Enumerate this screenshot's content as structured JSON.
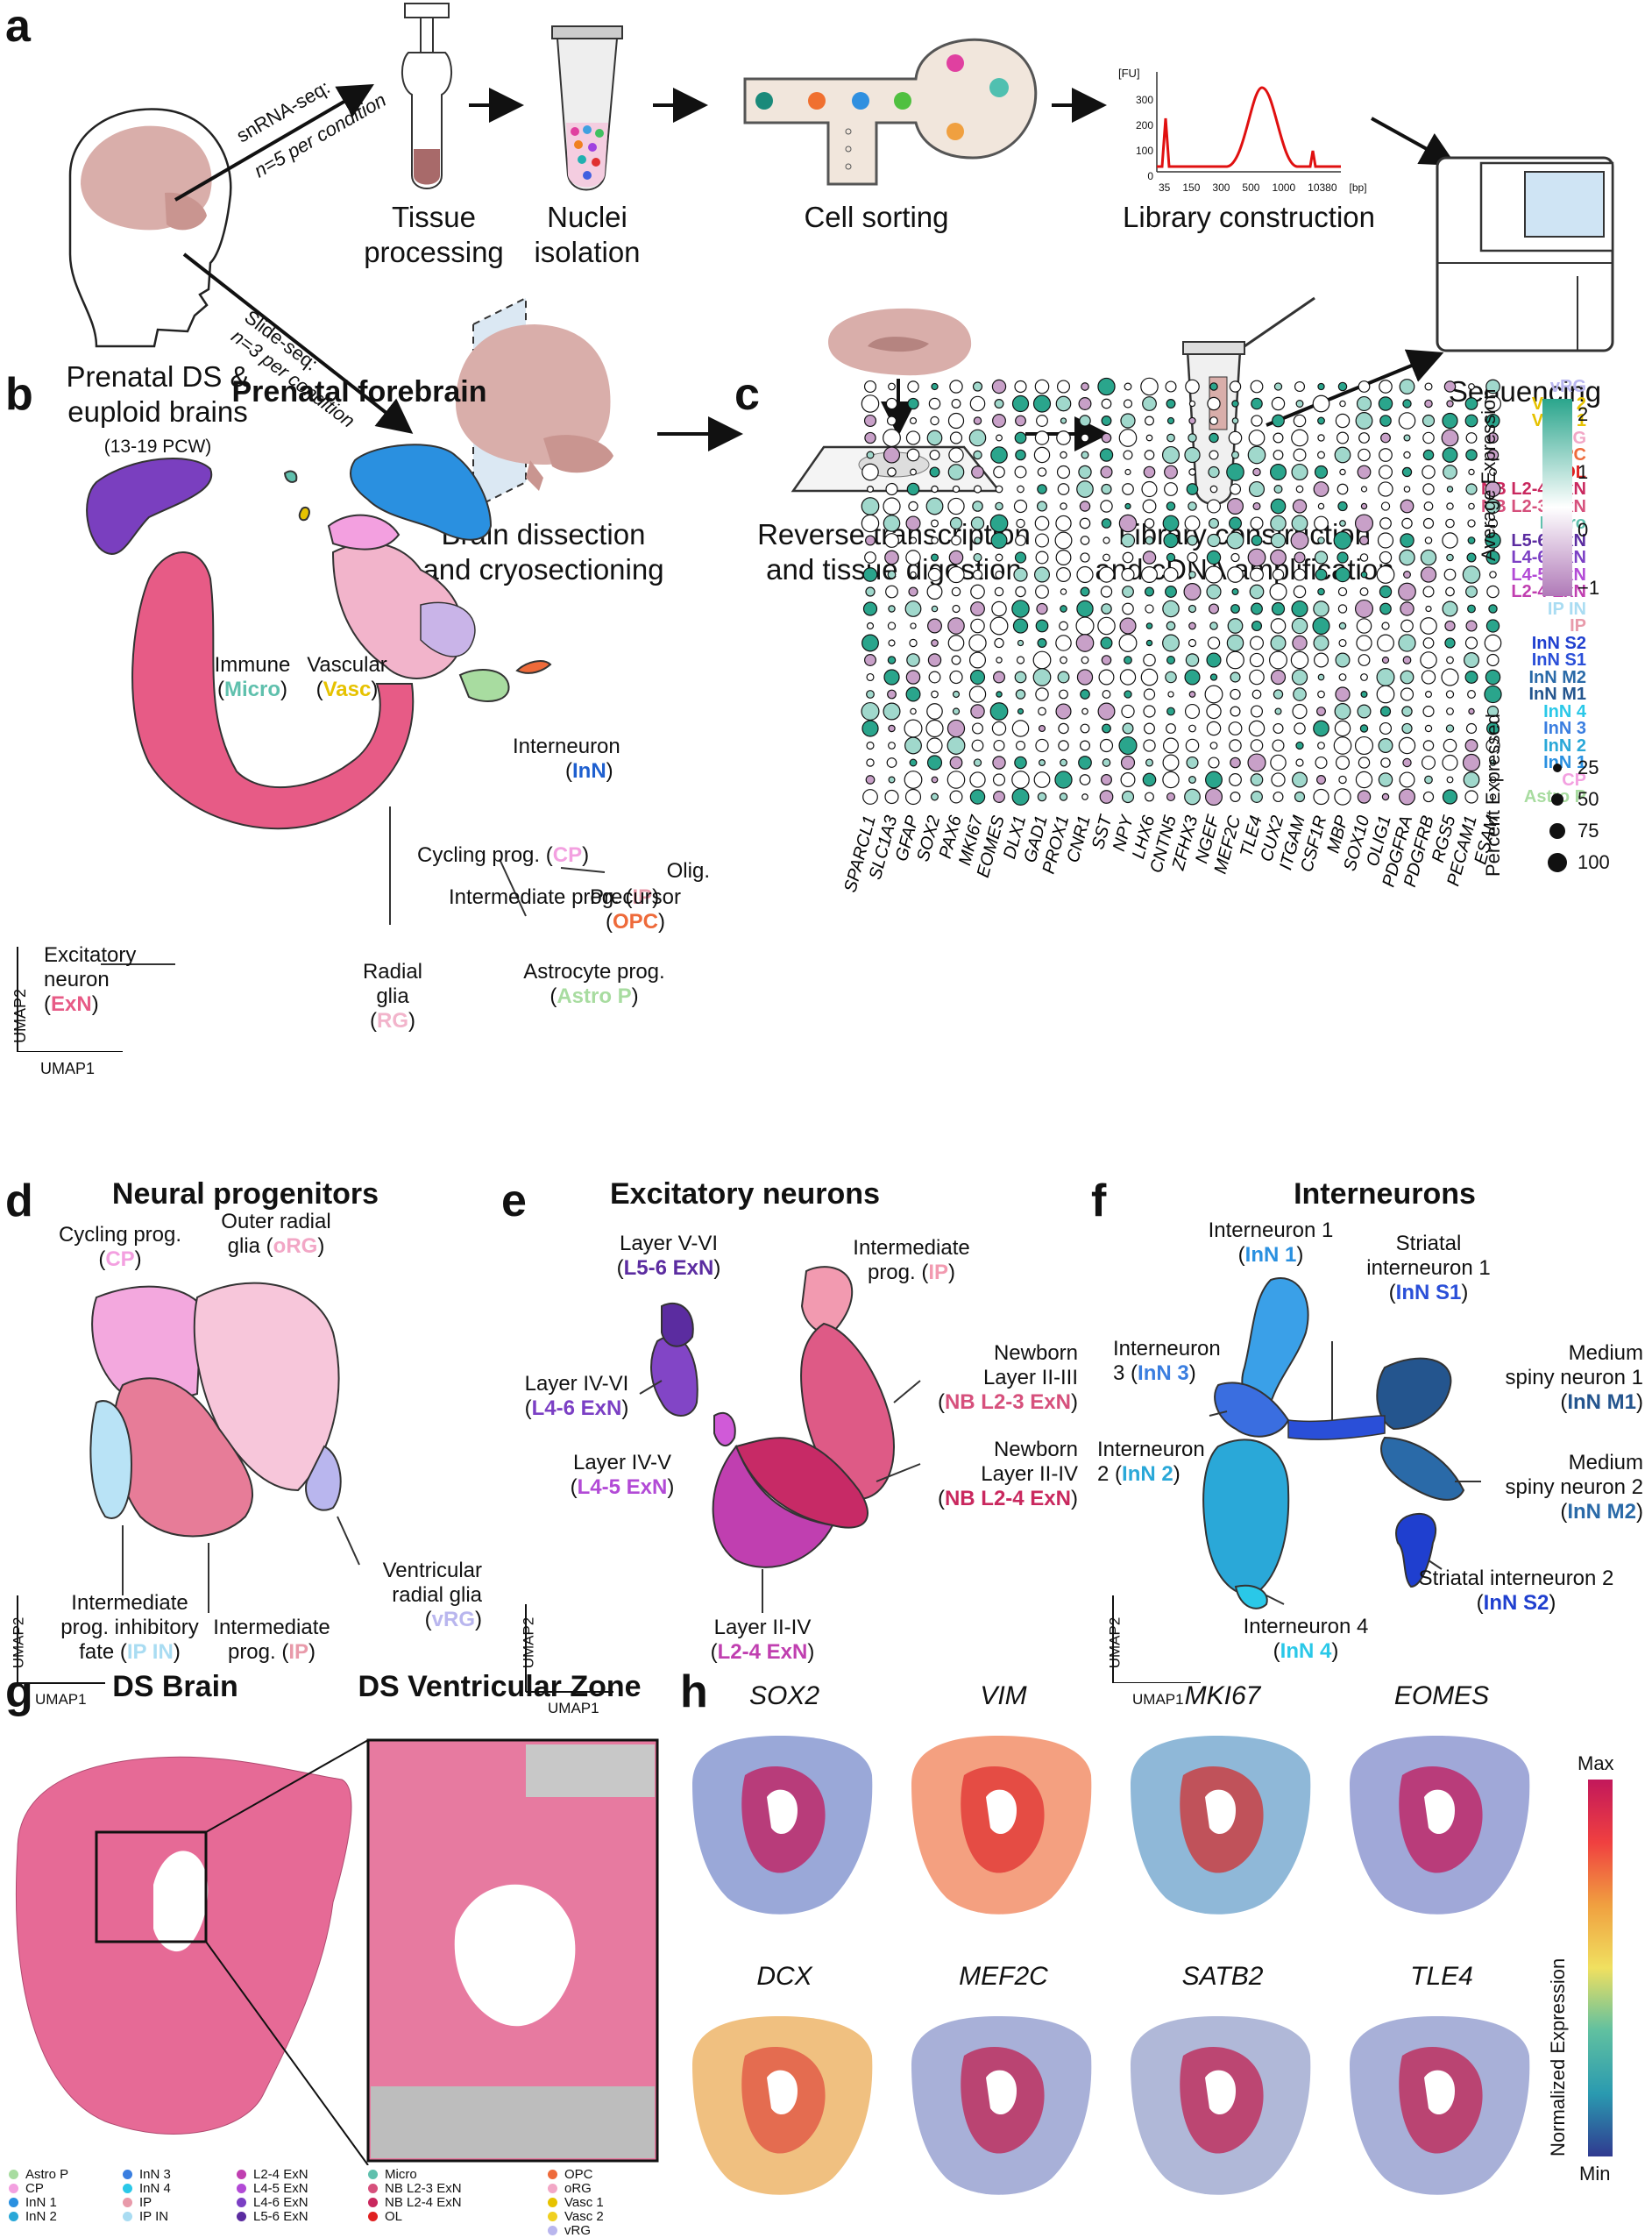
{
  "panels": {
    "a": "a",
    "b": "b",
    "c": "c",
    "d": "d",
    "e": "e",
    "f": "f",
    "g": "g",
    "h": "h"
  },
  "panel_a": {
    "snrna_arrow_1": "snRNA-seq:",
    "snrna_arrow_2": "n=5 per condition",
    "slide_arrow_1": "Slide-seq:",
    "slide_arrow_2": "n=3 per condition",
    "source_1": "Prenatal DS &",
    "source_2": "euploid brains",
    "source_3": "(13-19 PCW)",
    "steps_top": [
      "Tissue",
      "processing",
      "Nuclei",
      "isolation",
      "Cell sorting",
      "Library construction"
    ],
    "steps_bottom": [
      "Brain dissection",
      "and cryosectioning",
      "Reverse transcription",
      "and tissue digestion",
      "Library construction",
      "and cDNA amplification"
    ],
    "sequencing": "Sequencing",
    "bioanalyzer": {
      "fu": "[FU]",
      "bp": "[bp]",
      "yticks": [
        "300",
        "200",
        "100",
        "0"
      ],
      "xticks": [
        "35",
        "150",
        "300",
        "500",
        "1000",
        "10380"
      ]
    }
  },
  "panel_b": {
    "title": "Prenatal forebrain",
    "immune": "Immune",
    "immune_abbr": "Micro",
    "vascular": "Vascular",
    "vascular_abbr": "Vasc",
    "interneuron": "Interneuron",
    "interneuron_abbr": "InN",
    "cycling": "Cycling prog.",
    "cycling_abbr": "CP",
    "intermediate": "Intermediate prog.",
    "intermediate_abbr": "IP",
    "olig_1": "Olig.",
    "olig_2": "Precursor",
    "olig_abbr": "OPC",
    "exc_1": "Excitatory",
    "exc_2": "neuron",
    "exc_abbr": "ExN",
    "radial_1": "Radial",
    "radial_2": "glia",
    "radial_abbr": "RG",
    "astro": "Astrocyte prog.",
    "astro_abbr": "Astro P",
    "umap1": "UMAP1",
    "umap2": "UMAP2"
  },
  "panel_c": {
    "rows": [
      {
        "label": "vRG",
        "color": "#b9b6ee"
      },
      {
        "label": "Vasc 2",
        "color": "#e6c200"
      },
      {
        "label": "Vasc 1",
        "color": "#e6c200"
      },
      {
        "label": "oRG",
        "color": "#f2a7c6"
      },
      {
        "label": "OPC",
        "color": "#ee6a3a"
      },
      {
        "label": "OL",
        "color": "#e02020"
      },
      {
        "label": "NB L2-4 ExN",
        "color": "#c9285e"
      },
      {
        "label": "NB L2-3 ExN",
        "color": "#d6507c"
      },
      {
        "label": "Micro",
        "color": "#5fc0ad"
      },
      {
        "label": "L5-6 ExN",
        "color": "#5b2ca0"
      },
      {
        "label": "L4-6 ExN",
        "color": "#7b3fc4"
      },
      {
        "label": "L4-5 ExN",
        "color": "#b24ad6"
      },
      {
        "label": "L2-4 ExN",
        "color": "#c03fb0"
      },
      {
        "label": "IP IN",
        "color": "#a9dcf2"
      },
      {
        "label": "IP",
        "color": "#e89aaa"
      },
      {
        "label": "InN S2",
        "color": "#1f3fcf"
      },
      {
        "label": "InN S1",
        "color": "#2a4fd8"
      },
      {
        "label": "InN M2",
        "color": "#2a6aa8"
      },
      {
        "label": "InN M1",
        "color": "#24558e"
      },
      {
        "label": "InN 4",
        "color": "#2ac8e8"
      },
      {
        "label": "InN 3",
        "color": "#3a7ee0"
      },
      {
        "label": "InN 2",
        "color": "#2aa8d8"
      },
      {
        "label": "InN 1",
        "color": "#2a90e0"
      },
      {
        "label": "CP",
        "color": "#f3a0e0"
      },
      {
        "label": "Astro P",
        "color": "#a8dca0"
      }
    ],
    "genes": [
      "SPARCL1",
      "SLC1A3",
      "GFAP",
      "SOX2",
      "PAX6",
      "MKI67",
      "EOMES",
      "DLX1",
      "GAD1",
      "PROX1",
      "CNR1",
      "SST",
      "NPY",
      "LHX6",
      "CNTN5",
      "ZFHX3",
      "NGEF",
      "MEF2C",
      "TLE4",
      "CUX2",
      "ITGAM",
      "CSF1R",
      "MBP",
      "SOX10",
      "OLIG1",
      "PDGFRA",
      "PDGFRB",
      "RGS5",
      "PECAM1",
      "ESAM"
    ],
    "avg_expr_label": "Average Expression",
    "avg_ticks": [
      "2",
      "1",
      "0",
      "−1"
    ],
    "pct_label": "Percent Expressed",
    "pct_values": [
      "25",
      "50",
      "75",
      "100"
    ]
  },
  "panel_d": {
    "title": "Neural progenitors",
    "cycling_1": "Cycling prog.",
    "cycling_abbr": "CP",
    "outer_1": "Outer radial",
    "outer_2": "glia",
    "outer_abbr": "oRG",
    "ventricular_1": "Ventricular",
    "ventricular_2": "radial glia",
    "ventricular_abbr": "vRG",
    "ipin_1": "Intermediate",
    "ipin_2": "prog. inhibitory",
    "ipin_3": "fate",
    "ipin_abbr": "IP IN",
    "ip_1": "Intermediate",
    "ip_2": "prog.",
    "ip_abbr": "IP",
    "umap1": "UMAP1",
    "umap2": "UMAP2"
  },
  "panel_e": {
    "title": "Excitatory neurons",
    "l56_1": "Layer V-VI",
    "l56_abbr": "L5-6 ExN",
    "ip_1": "Intermediate",
    "ip_2": "prog.",
    "ip_abbr": "IP",
    "l46_1": "Layer IV-VI",
    "l46_abbr": "L4-6 ExN",
    "nb23_1": "Newborn",
    "nb23_2": "Layer II-III",
    "nb23_abbr": "NB L2-3 ExN",
    "l45_1": "Layer IV-V",
    "l45_abbr": "L4-5 ExN",
    "nb24_1": "Newborn",
    "nb24_2": "Layer II-IV",
    "nb24_abbr": "NB L2-4 ExN",
    "l24_1": "Layer II-IV",
    "l24_abbr": "L2-4 ExN",
    "umap1": "UMAP1",
    "umap2": "UMAP2"
  },
  "panel_f": {
    "title": "Interneurons",
    "inn1_1": "Interneuron 1",
    "inn1_abbr": "InN 1",
    "s1_1": "Striatal",
    "s1_2": "interneuron 1",
    "s1_abbr": "InN S1",
    "inn3_1": "Interneuron",
    "inn3_2": "3",
    "inn3_abbr": "InN 3",
    "m1_1": "Medium",
    "m1_2": "spiny neuron 1",
    "m1_abbr": "InN M1",
    "inn2_1": "Interneuron",
    "inn2_2": "2",
    "inn2_abbr": "InN 2",
    "m2_1": "Medium",
    "m2_2": "spiny neuron 2",
    "m2_abbr": "InN M2",
    "inn4_1": "Interneuron 4",
    "inn4_abbr": "InN 4",
    "s2_1": "Striatal interneuron 2",
    "s2_abbr": "InN S2",
    "umap1": "UMAP1",
    "umap2": "UMAP2"
  },
  "panel_g": {
    "title_left": "DS Brain",
    "title_right": "DS Ventricular Zone",
    "legend": [
      {
        "label": "Astro P",
        "color": "#a8dca0"
      },
      {
        "label": "CP",
        "color": "#f3a0e0"
      },
      {
        "label": "InN 1",
        "color": "#2a90e0"
      },
      {
        "label": "InN 2",
        "color": "#2aa8d8"
      },
      {
        "label": "InN 3",
        "color": "#3a7ee0"
      },
      {
        "label": "InN 4",
        "color": "#2ac8e8"
      },
      {
        "label": "IP",
        "color": "#e89aaa"
      },
      {
        "label": "IP IN",
        "color": "#a9dcf2"
      },
      {
        "label": "L2-4 ExN",
        "color": "#c03fb0"
      },
      {
        "label": "L4-5 ExN",
        "color": "#b24ad6"
      },
      {
        "label": "L4-6 ExN",
        "color": "#7b3fc4"
      },
      {
        "label": "L5-6 ExN",
        "color": "#5b2ca0"
      },
      {
        "label": "Micro",
        "color": "#5fc0ad"
      },
      {
        "label": "NB L2-3 ExN",
        "color": "#d6507c"
      },
      {
        "label": "NB L2-4 ExN",
        "color": "#c9285e"
      },
      {
        "label": "OL",
        "color": "#e02020"
      },
      {
        "label": "OPC",
        "color": "#ee6a3a"
      },
      {
        "label": "oRG",
        "color": "#f2a7c6"
      },
      {
        "label": "Vasc 1",
        "color": "#e6c200"
      },
      {
        "label": "Vasc 2",
        "color": "#f0d020"
      },
      {
        "label": "vRG",
        "color": "#b9b6ee"
      }
    ]
  },
  "panel_h": {
    "genes": [
      "SOX2",
      "VIM",
      "MKI67",
      "EOMES",
      "DCX",
      "MEF2C",
      "SATB2",
      "TLE4"
    ],
    "colorbar_label": "Normalized Expression",
    "max": "Max",
    "min": "Min"
  },
  "colors": {
    "accent_teal": "#2aa58c",
    "accent_purple": "#b07ab8",
    "red_trace": "#e01010"
  }
}
